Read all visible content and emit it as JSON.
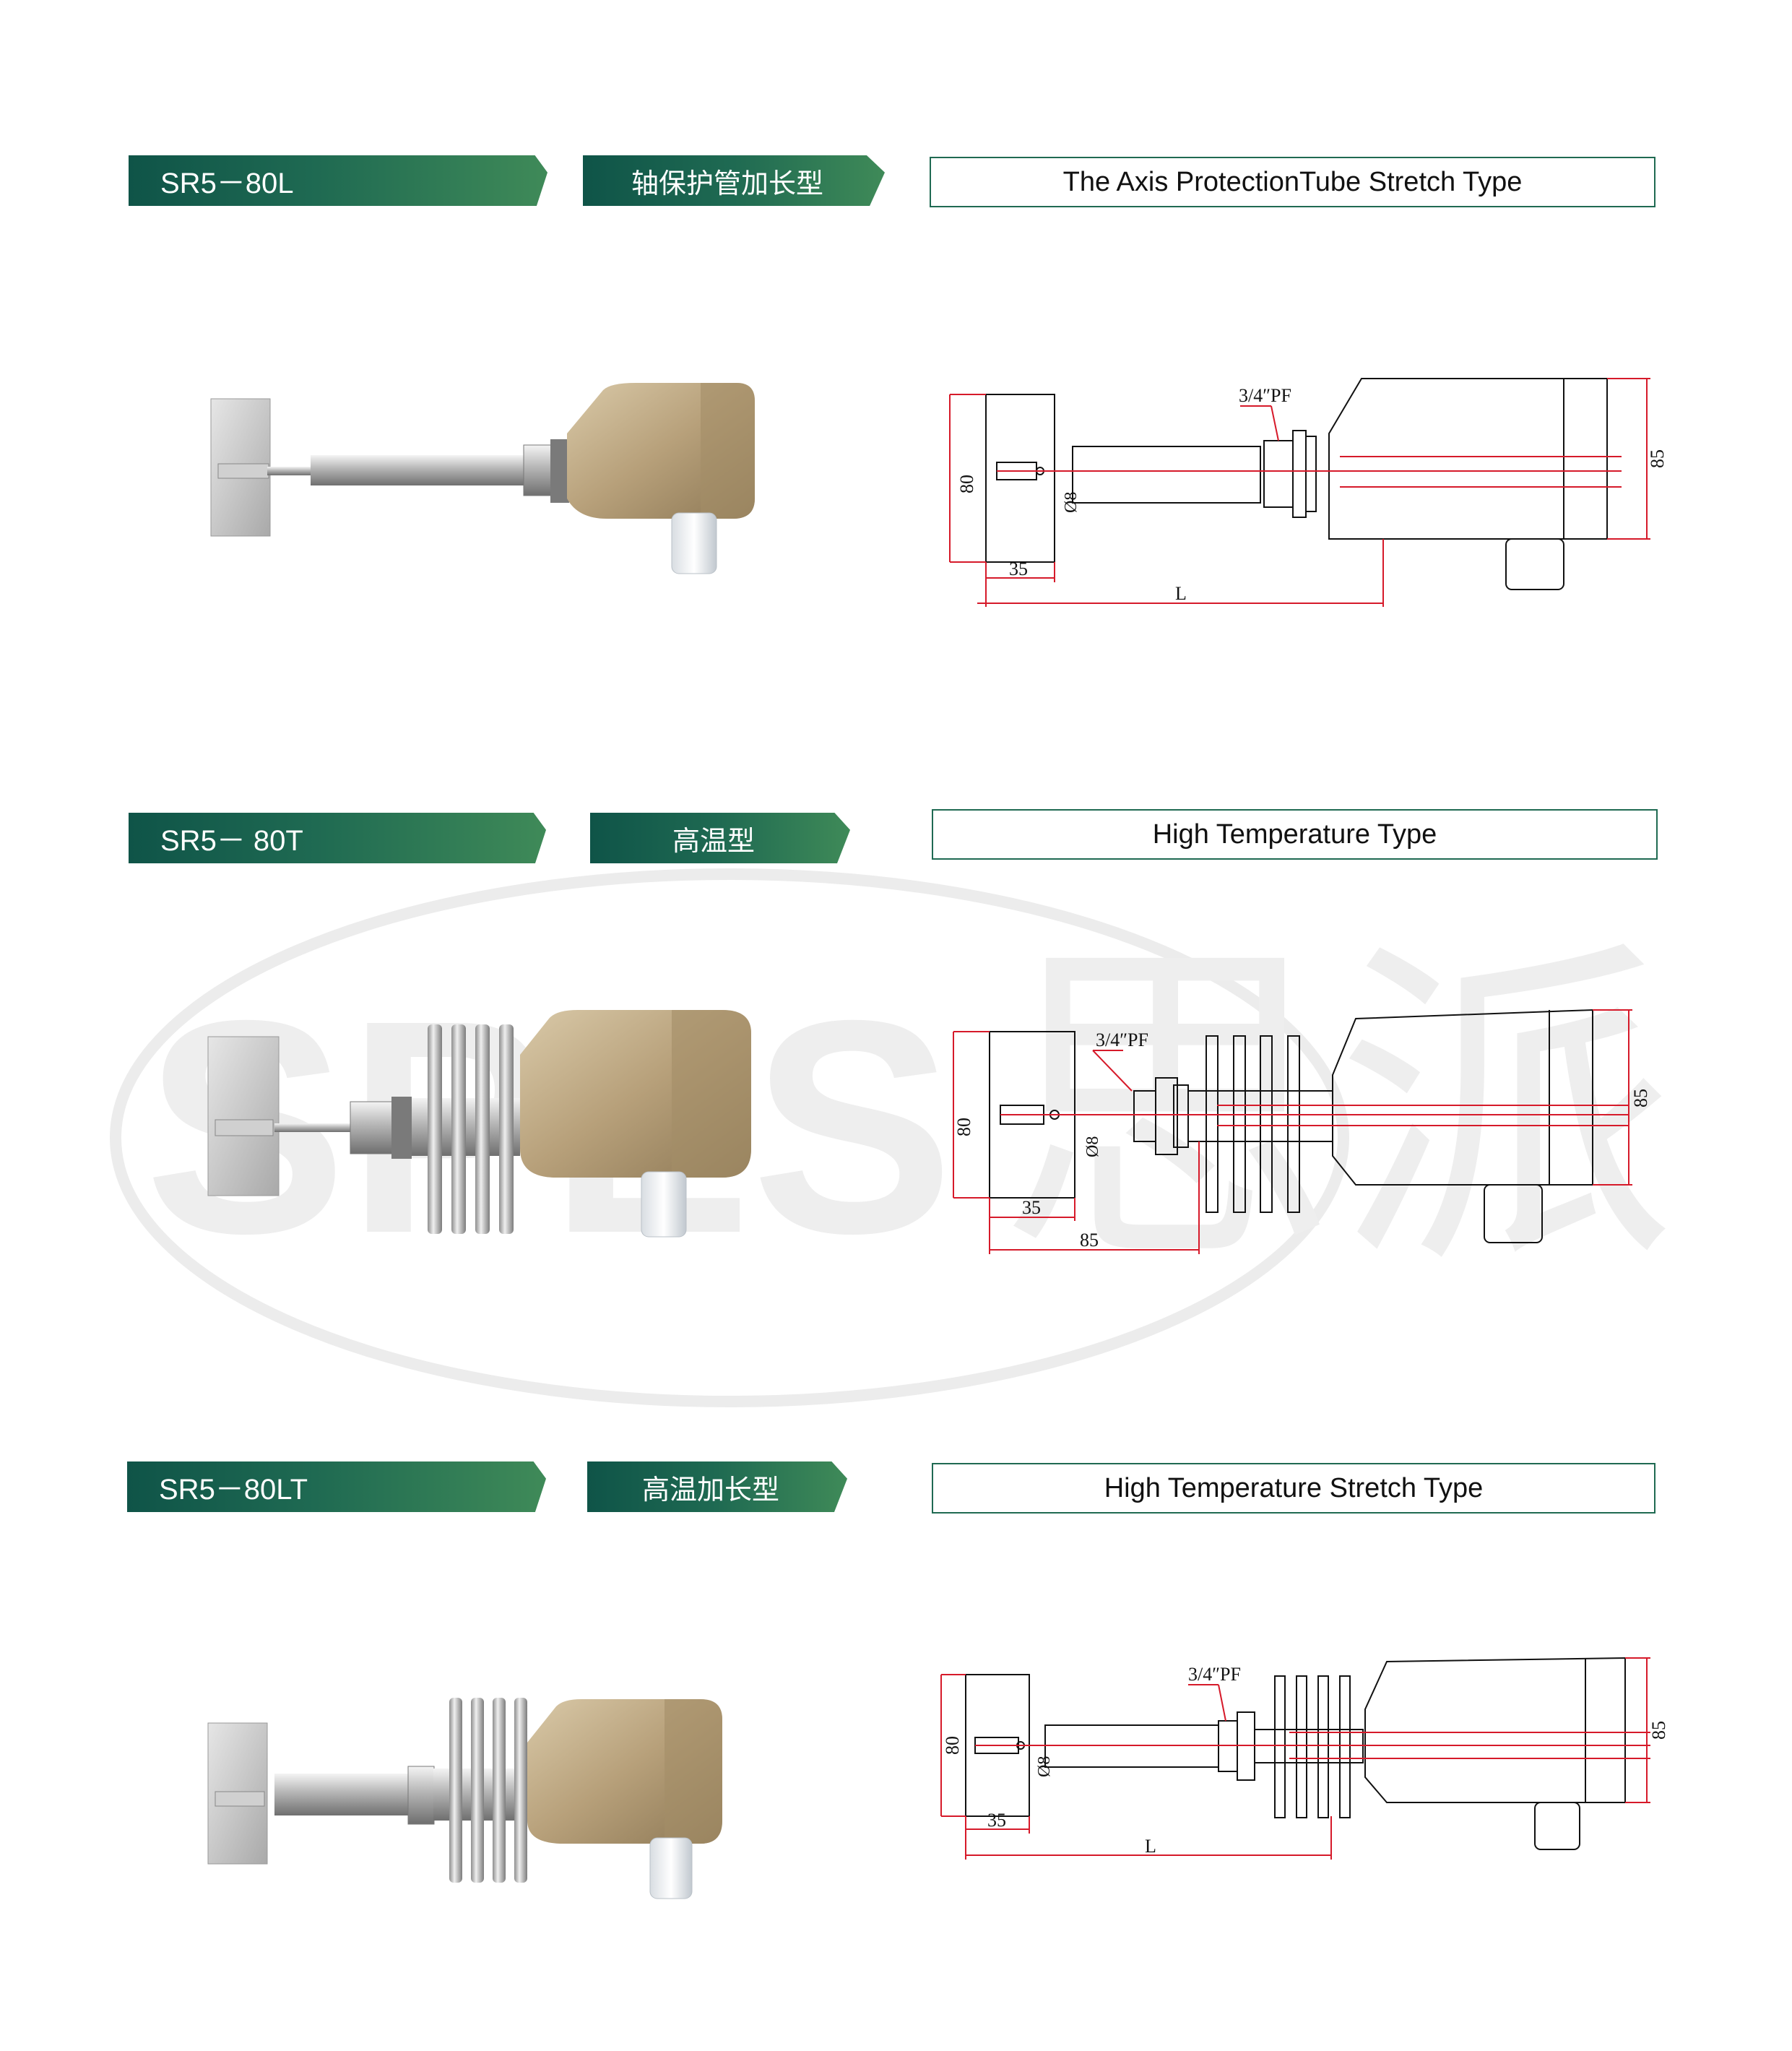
{
  "watermark": {
    "latin": "SPES",
    "cjk": "思派"
  },
  "colors": {
    "header_dark": "#0f5448",
    "header_light": "#3f8a58",
    "box_border": "#1f6a52",
    "dim_red": "#d61a2a",
    "housing": "#b8a27e"
  },
  "sections": [
    {
      "model": "SR5－80L",
      "type_cn": "轴保护管加长型",
      "type_en": "The Axis ProtectionTube Stretch Type",
      "dims": {
        "thread": "3/4″PF",
        "paddle": "80",
        "shaft": "Ø8",
        "offset": "35",
        "length": "L",
        "housing": "85"
      }
    },
    {
      "model": "SR5－ 80T",
      "type_cn": "高温型",
      "type_en": "High Temperature Type",
      "dims": {
        "thread": "3/4″PF",
        "paddle": "80",
        "shaft": "Ø8",
        "offset": "35",
        "length": "85",
        "housing": "85"
      }
    },
    {
      "model": "SR5－80LT",
      "type_cn": "高温加长型",
      "type_en": "High Temperature Stretch Type",
      "dims": {
        "thread": "3/4″PF",
        "paddle": "80",
        "shaft": "Ø8",
        "offset": "35",
        "length": "L",
        "housing": "85"
      }
    }
  ]
}
